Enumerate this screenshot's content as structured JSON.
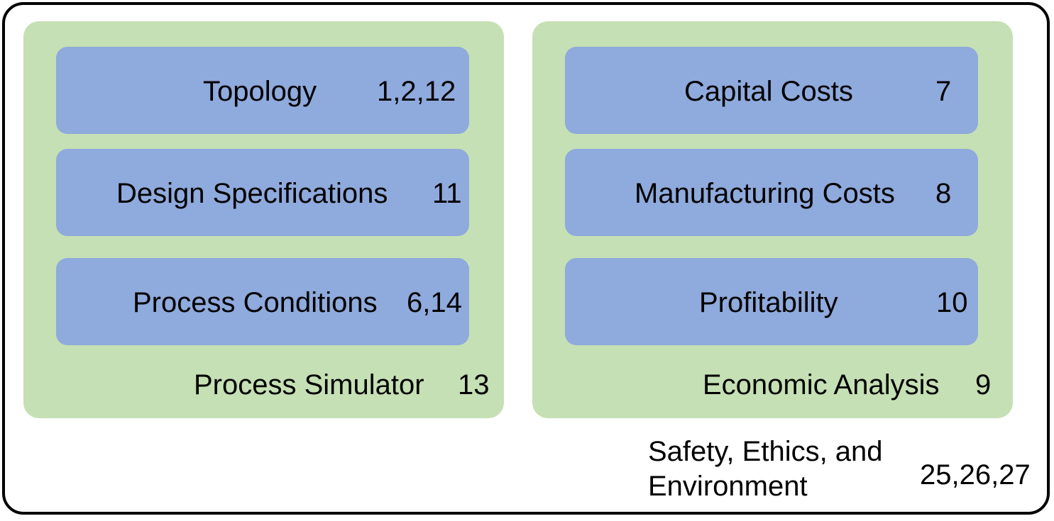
{
  "groups": [
    {
      "label": "Process Simulator",
      "number": "13",
      "items": [
        {
          "label": "Topology",
          "number": "1,2,12"
        },
        {
          "label": "Design Specifications",
          "number": "11"
        },
        {
          "label": "Process Conditions",
          "number": "6,14"
        }
      ]
    },
    {
      "label": "Economic Analysis",
      "number": "9",
      "items": [
        {
          "label": "Capital Costs",
          "number": "7"
        },
        {
          "label": "Manufacturing Costs",
          "number": "8"
        },
        {
          "label": "Profitability",
          "number": "10"
        }
      ]
    }
  ],
  "outer": {
    "label_line1": "Safety, Ethics, and",
    "label_line2": "Environment",
    "number": "25,26,27"
  },
  "colors": {
    "group_fill": "#c5e0b4",
    "box_fill": "#8faadc",
    "border": "#000000"
  }
}
